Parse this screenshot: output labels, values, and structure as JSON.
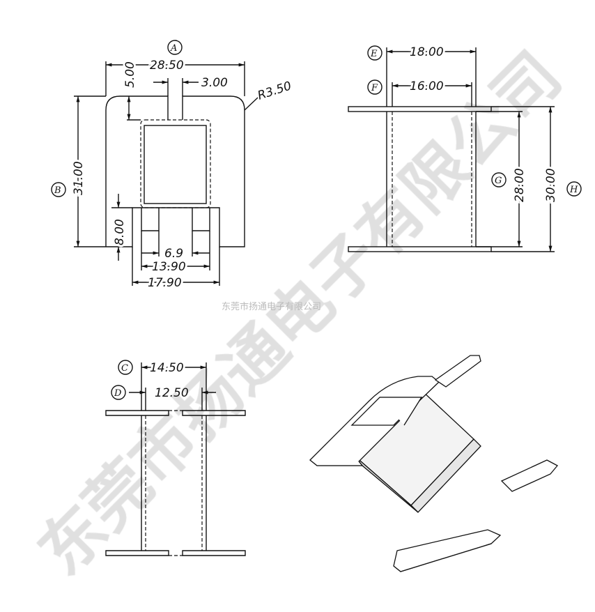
{
  "watermark": "东莞市扬通电子有限公司",
  "caption": "东莞市扬通电子有限公司",
  "front_view": {
    "label_a": "A",
    "label_b": "B",
    "width": "28.50",
    "slot_depth": "5.00",
    "slot_width": "3.00",
    "radius": "R3.50",
    "height": "31.00",
    "leg_height": "8.00",
    "pin_gap": "6.9",
    "pin_outer": "13.90",
    "base_width": "17.90"
  },
  "side_view": {
    "label_e": "E",
    "label_f": "F",
    "label_g": "G",
    "label_h": "H",
    "outer_width": "18.00",
    "inner_width": "16.00",
    "inner_height": "28.00",
    "outer_height": "30.00"
  },
  "bottom_view": {
    "label_c": "C",
    "label_d": "D",
    "outer_width": "14.50",
    "inner_width": "12.50"
  }
}
